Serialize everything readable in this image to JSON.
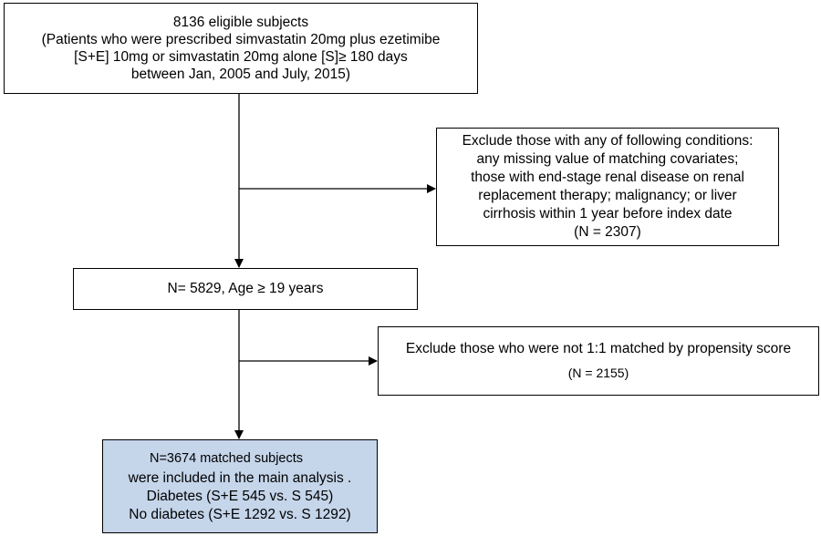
{
  "flowchart": {
    "eligible": {
      "lines": [
        "8136 eligible subjects",
        "(Patients who were prescribed simvastatin 20mg plus ezetimibe",
        "[S+E] 10mg or simvastatin 20mg alone [S]≥ 180 days",
        "between Jan, 2005 and July, 2015)"
      ]
    },
    "exclusion_1": {
      "lines": [
        "Exclude those with any of following conditions:",
        "any missing value of matching covariates;",
        "those with end-stage renal disease on renal",
        "replacement therapy; malignancy; or liver",
        "cirrhosis within 1 year before index date",
        "(N = 2307)"
      ]
    },
    "adult_cohort": {
      "label": "N= 5829, Age ≥ 19 years"
    },
    "exclusion_2": {
      "label": "Exclude those who were not 1:1 matched by propensity score",
      "count": "(N = 2155)"
    },
    "matched": {
      "lines": [
        "N=3674 matched subjects",
        "were included in the main analysis .",
        "Diabetes (S+E 545 vs. S 545)",
        "No diabetes (S+E 1292 vs. S 1292)"
      ],
      "fill_color": "#c5d5ea"
    }
  }
}
